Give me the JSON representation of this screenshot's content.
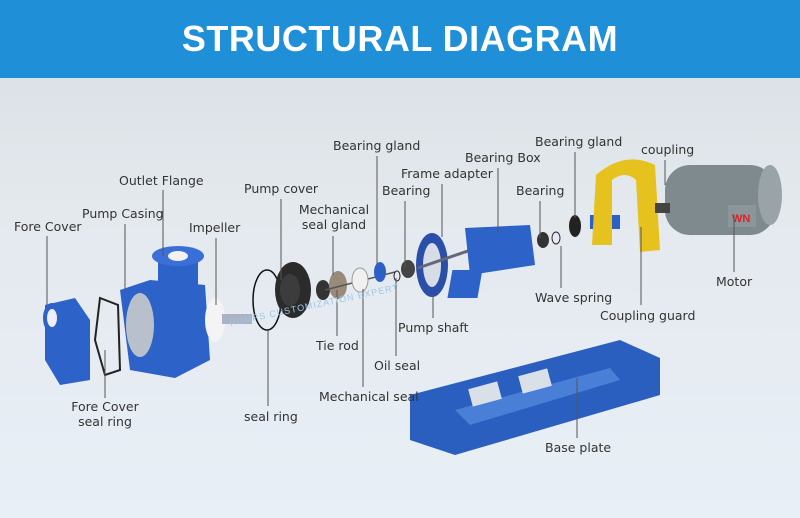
{
  "header": {
    "title": "STRUCTURAL DIAGRAM"
  },
  "watermark": "PUMPS CUSTOMIZATION EXPERT",
  "labels": {
    "fore_cover": "Fore Cover",
    "fore_cover_seal_ring_1": "Fore Cover",
    "fore_cover_seal_ring_2": "seal ring",
    "pump_casing": "Pump Casing",
    "outlet_flange": "Outlet Flange",
    "impeller": "Impeller",
    "pump_cover": "Pump cover",
    "seal_ring": "seal ring",
    "mech_seal_gland_1": "Mechanical",
    "mech_seal_gland_2": "seal gland",
    "tie_rod": "Tie rod",
    "oil_seal": "Oil seal",
    "mechanical_seal": "Mechanical seal",
    "bearing_gland_left": "Bearing gland",
    "bearing_left": "Bearing",
    "frame_adapter": "Frame adapter",
    "bearing_box": "Bearing Box",
    "pump_shaft": "Pump shaft",
    "bearing_right": "Bearing",
    "wave_spring": "Wave spring",
    "bearing_gland_right": "Bearing gland",
    "coupling": "coupling",
    "coupling_guard": "Coupling guard",
    "motor": "Motor",
    "motor_brand": "WN",
    "base_plate": "Base plate"
  }
}
